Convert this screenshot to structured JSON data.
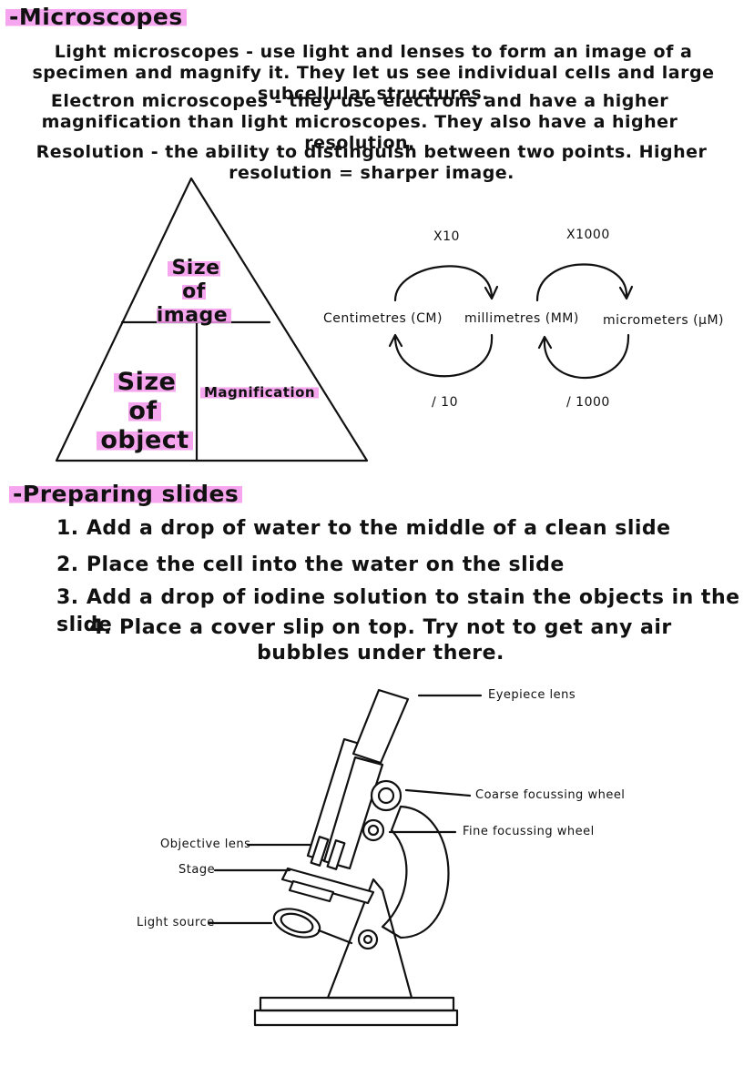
{
  "microscopes": {
    "title": "-Microscopes",
    "light": "Light microscopes - use light and lenses to form an image of a specimen and magnify it. They let us see individual cells and large subcellular structures.",
    "electron": "Electron microscopes - they use electrons and have a higher magnification than light microscopes. They also have a higher resolution.",
    "resolution": "Resolution - the ability to distinguish between two points. Higher resolution = sharper image."
  },
  "triangle": {
    "top": "Size of image",
    "left_1": "Size of",
    "left_2": "object",
    "right": "Magnification"
  },
  "conversion": {
    "cm": "Centimetres (CM)",
    "mm": "millimetres (MM)",
    "um": "micrometers (µM)",
    "x10": "X10",
    "x1000": "X1000",
    "div10": "/ 10",
    "div1000": "/ 1000"
  },
  "slides": {
    "title": "-Preparing slides",
    "steps": [
      "1. Add a drop of water to the middle of a clean slide",
      "2. Place the cell into the water on the slide",
      "3. Add a drop of iodine solution to stain the objects in the slide",
      "4. Place a cover slip on top. Try not to get any air bubbles under there."
    ]
  },
  "microscope_labels": {
    "eyepiece": "Eyepiece lens",
    "coarse": "Coarse focussing wheel",
    "fine": "Fine focussing wheel",
    "objective": "Objective lens",
    "stage": "Stage",
    "light_source": "Light source"
  },
  "colors": {
    "highlight": "#f596eb",
    "ink": "#111111"
  }
}
